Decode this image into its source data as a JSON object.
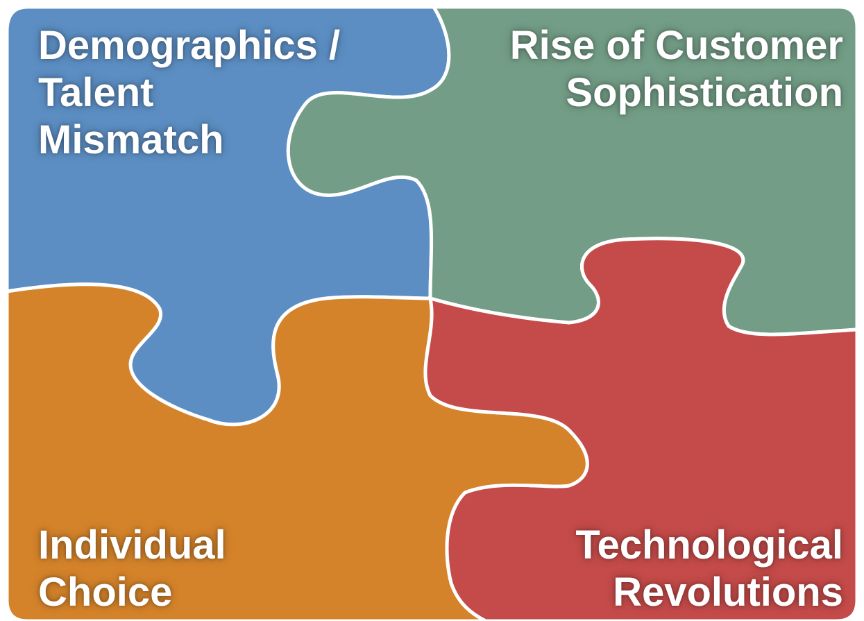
{
  "pieces": {
    "top_left": {
      "lines": [
        "Demographics /",
        "Talent",
        "Mismatch"
      ],
      "color": "#5b8ec3"
    },
    "top_right": {
      "lines": [
        "Rise of Customer",
        "Sophistication"
      ],
      "color": "#739d86"
    },
    "bottom_left": {
      "lines": [
        "Individual",
        "Choice"
      ],
      "color": "#d4832c"
    },
    "bottom_right": {
      "lines": [
        "Technological",
        "Revolutions"
      ],
      "color": "#c44b4a"
    }
  },
  "outline_color": "#ffffff",
  "globe_color": "#1f2f3d",
  "icons": [
    "globe-icon",
    "puzzle-icon"
  ]
}
